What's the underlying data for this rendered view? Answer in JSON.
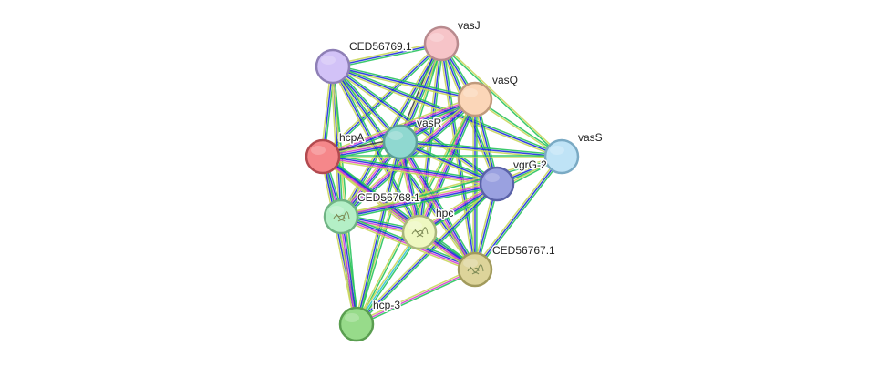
{
  "network": {
    "nodes": [
      {
        "id": "vasJ",
        "label": "vasJ",
        "color": "#f6c4c8",
        "stroke": "#b88a8e"
      },
      {
        "id": "CED56769.1",
        "label": "CED56769.1",
        "color": "#d2c2f7",
        "stroke": "#8e7fb6"
      },
      {
        "id": "vasQ",
        "label": "vasQ",
        "color": "#fbd6b8",
        "stroke": "#c09a7c"
      },
      {
        "id": "vasR",
        "label": "vasR",
        "color": "#8fd8d0",
        "stroke": "#5b9e97"
      },
      {
        "id": "hcpA",
        "label": "hcpA",
        "color": "#f5878a",
        "stroke": "#b24a4f"
      },
      {
        "id": "vasS",
        "label": "vasS",
        "color": "#bfe3f6",
        "stroke": "#7aaac4"
      },
      {
        "id": "vgrG-2",
        "label": "vgrG-2",
        "color": "#9aa1e0",
        "stroke": "#5a62a8"
      },
      {
        "id": "CED56768.1",
        "label": "CED56768.1",
        "color": "#b4efc6",
        "stroke": "#6fb383",
        "structure": true
      },
      {
        "id": "hpc",
        "label": "hpc",
        "color": "#eef8c0",
        "stroke": "#a9b77c",
        "structure": true
      },
      {
        "id": "CED56767.1",
        "label": "CED56767.1",
        "color": "#ddd49a",
        "stroke": "#a19a5c",
        "structure": true
      },
      {
        "id": "hcp-3",
        "label": "hcp-3",
        "color": "#97db8a",
        "stroke": "#5a9e50"
      }
    ],
    "evidence_colors": [
      "#27c35d",
      "#1f2de0",
      "#d63fd1",
      "#c9d65a",
      "#2fc1d6",
      "#3e3e3e"
    ],
    "edges": [
      {
        "source": "vasJ",
        "target": "CED56769.1",
        "types": [
          "#27c35d",
          "#1f2de0",
          "#c9d65a"
        ]
      },
      {
        "source": "vasJ",
        "target": "vasQ",
        "types": [
          "#27c35d",
          "#1f2de0",
          "#c9d65a"
        ]
      },
      {
        "source": "vasJ",
        "target": "vasR",
        "types": [
          "#27c35d",
          "#1f2de0",
          "#c9d65a",
          "#3e3e3e"
        ]
      },
      {
        "source": "vasJ",
        "target": "hcpA",
        "types": [
          "#27c35d",
          "#1f2de0",
          "#c9d65a"
        ]
      },
      {
        "source": "vasJ",
        "target": "vasS",
        "types": [
          "#c9d65a",
          "#27c35d"
        ]
      },
      {
        "source": "vasJ",
        "target": "vgrG-2",
        "types": [
          "#27c35d",
          "#1f2de0",
          "#c9d65a"
        ]
      },
      {
        "source": "vasJ",
        "target": "CED56768.1",
        "types": [
          "#27c35d",
          "#1f2de0",
          "#c9d65a"
        ]
      },
      {
        "source": "vasJ",
        "target": "hpc",
        "types": [
          "#27c35d",
          "#1f2de0",
          "#c9d65a"
        ]
      },
      {
        "source": "vasJ",
        "target": "CED56767.1",
        "types": [
          "#27c35d",
          "#1f2de0",
          "#c9d65a"
        ]
      },
      {
        "source": "vasJ",
        "target": "hcp-3",
        "types": [
          "#27c35d",
          "#c9d65a"
        ]
      },
      {
        "source": "CED56769.1",
        "target": "vasQ",
        "types": [
          "#27c35d",
          "#1f2de0",
          "#c9d65a"
        ]
      },
      {
        "source": "CED56769.1",
        "target": "vasR",
        "types": [
          "#27c35d",
          "#1f2de0",
          "#c9d65a"
        ]
      },
      {
        "source": "CED56769.1",
        "target": "hcpA",
        "types": [
          "#27c35d",
          "#1f2de0",
          "#c9d65a"
        ]
      },
      {
        "source": "CED56769.1",
        "target": "vasS",
        "types": [
          "#27c35d",
          "#1f2de0",
          "#c9d65a"
        ]
      },
      {
        "source": "CED56769.1",
        "target": "vgrG-2",
        "types": [
          "#27c35d",
          "#1f2de0",
          "#c9d65a"
        ]
      },
      {
        "source": "CED56769.1",
        "target": "CED56768.1",
        "types": [
          "#27c35d",
          "#1f2de0",
          "#c9d65a"
        ]
      },
      {
        "source": "CED56769.1",
        "target": "hpc",
        "types": [
          "#27c35d",
          "#1f2de0",
          "#c9d65a"
        ]
      },
      {
        "source": "CED56769.1",
        "target": "CED56767.1",
        "types": [
          "#27c35d",
          "#1f2de0",
          "#c9d65a"
        ]
      },
      {
        "source": "CED56769.1",
        "target": "hcp-3",
        "types": [
          "#27c35d",
          "#c9d65a"
        ]
      },
      {
        "source": "vasQ",
        "target": "vasR",
        "types": [
          "#27c35d",
          "#1f2de0",
          "#d63fd1",
          "#c9d65a"
        ]
      },
      {
        "source": "vasQ",
        "target": "hcpA",
        "types": [
          "#27c35d",
          "#1f2de0",
          "#d63fd1",
          "#c9d65a"
        ]
      },
      {
        "source": "vasQ",
        "target": "vasS",
        "types": [
          "#27c35d",
          "#c9d65a"
        ]
      },
      {
        "source": "vasQ",
        "target": "vgrG-2",
        "types": [
          "#27c35d",
          "#1f2de0",
          "#c9d65a"
        ]
      },
      {
        "source": "vasQ",
        "target": "CED56768.1",
        "types": [
          "#27c35d",
          "#1f2de0",
          "#d63fd1",
          "#c9d65a"
        ]
      },
      {
        "source": "vasQ",
        "target": "hpc",
        "types": [
          "#27c35d",
          "#1f2de0",
          "#d63fd1",
          "#c9d65a"
        ]
      },
      {
        "source": "vasQ",
        "target": "CED56767.1",
        "types": [
          "#27c35d",
          "#1f2de0",
          "#c9d65a"
        ]
      },
      {
        "source": "vasQ",
        "target": "hcp-3",
        "types": [
          "#27c35d",
          "#c9d65a"
        ]
      },
      {
        "source": "vasR",
        "target": "hcpA",
        "types": [
          "#27c35d",
          "#1f2de0",
          "#d63fd1",
          "#c9d65a",
          "#3e3e3e"
        ]
      },
      {
        "source": "vasR",
        "target": "vasS",
        "types": [
          "#27c35d",
          "#1f2de0",
          "#c9d65a"
        ]
      },
      {
        "source": "vasR",
        "target": "vgrG-2",
        "types": [
          "#27c35d",
          "#1f2de0",
          "#c9d65a"
        ]
      },
      {
        "source": "vasR",
        "target": "CED56768.1",
        "types": [
          "#27c35d",
          "#1f2de0",
          "#d63fd1",
          "#c9d65a"
        ]
      },
      {
        "source": "vasR",
        "target": "hpc",
        "types": [
          "#27c35d",
          "#1f2de0",
          "#d63fd1",
          "#c9d65a"
        ]
      },
      {
        "source": "vasR",
        "target": "CED56767.1",
        "types": [
          "#27c35d",
          "#1f2de0",
          "#d63fd1",
          "#c9d65a"
        ]
      },
      {
        "source": "vasR",
        "target": "hcp-3",
        "types": [
          "#27c35d",
          "#1f2de0",
          "#c9d65a"
        ]
      },
      {
        "source": "hcpA",
        "target": "vasS",
        "types": [
          "#27c35d",
          "#c9d65a"
        ]
      },
      {
        "source": "hcpA",
        "target": "vgrG-2",
        "types": [
          "#27c35d",
          "#1f2de0",
          "#d63fd1",
          "#c9d65a"
        ]
      },
      {
        "source": "hcpA",
        "target": "CED56768.1",
        "types": [
          "#27c35d",
          "#1f2de0",
          "#d63fd1",
          "#c9d65a"
        ]
      },
      {
        "source": "hcpA",
        "target": "hpc",
        "types": [
          "#27c35d",
          "#1f2de0",
          "#d63fd1",
          "#c9d65a"
        ]
      },
      {
        "source": "hcpA",
        "target": "CED56767.1",
        "types": [
          "#27c35d",
          "#1f2de0",
          "#d63fd1",
          "#c9d65a"
        ]
      },
      {
        "source": "hcpA",
        "target": "hcp-3",
        "types": [
          "#27c35d",
          "#1f2de0",
          "#c9d65a"
        ]
      },
      {
        "source": "vasS",
        "target": "vgrG-2",
        "types": [
          "#27c35d",
          "#1f2de0",
          "#c9d65a"
        ]
      },
      {
        "source": "vasS",
        "target": "CED56768.1",
        "types": [
          "#27c35d",
          "#c9d65a"
        ]
      },
      {
        "source": "vasS",
        "target": "hpc",
        "types": [
          "#27c35d",
          "#c9d65a"
        ]
      },
      {
        "source": "vasS",
        "target": "CED56767.1",
        "types": [
          "#27c35d",
          "#1f2de0",
          "#c9d65a"
        ]
      },
      {
        "source": "vgrG-2",
        "target": "CED56768.1",
        "types": [
          "#27c35d",
          "#1f2de0",
          "#d63fd1",
          "#c9d65a"
        ]
      },
      {
        "source": "vgrG-2",
        "target": "hpc",
        "types": [
          "#27c35d",
          "#1f2de0",
          "#d63fd1",
          "#c9d65a"
        ]
      },
      {
        "source": "vgrG-2",
        "target": "CED56767.1",
        "types": [
          "#27c35d",
          "#1f2de0",
          "#c9d65a"
        ]
      },
      {
        "source": "vgrG-2",
        "target": "hcp-3",
        "types": [
          "#27c35d",
          "#1f2de0",
          "#c9d65a"
        ]
      },
      {
        "source": "CED56768.1",
        "target": "hpc",
        "types": [
          "#27c35d",
          "#1f2de0",
          "#d63fd1",
          "#c9d65a"
        ]
      },
      {
        "source": "CED56768.1",
        "target": "CED56767.1",
        "types": [
          "#27c35d",
          "#1f2de0",
          "#d63fd1",
          "#c9d65a"
        ]
      },
      {
        "source": "CED56768.1",
        "target": "hcp-3",
        "types": [
          "#27c35d",
          "#1f2de0",
          "#d63fd1",
          "#c9d65a"
        ]
      },
      {
        "source": "hpc",
        "target": "CED56767.1",
        "types": [
          "#27c35d",
          "#1f2de0",
          "#d63fd1",
          "#c9d65a"
        ]
      },
      {
        "source": "hpc",
        "target": "hcp-3",
        "types": [
          "#27c35d",
          "#2fc1d6",
          "#c9d65a"
        ]
      },
      {
        "source": "CED56767.1",
        "target": "hcp-3",
        "types": [
          "#27c35d",
          "#d63fd1",
          "#c9d65a"
        ]
      }
    ]
  }
}
